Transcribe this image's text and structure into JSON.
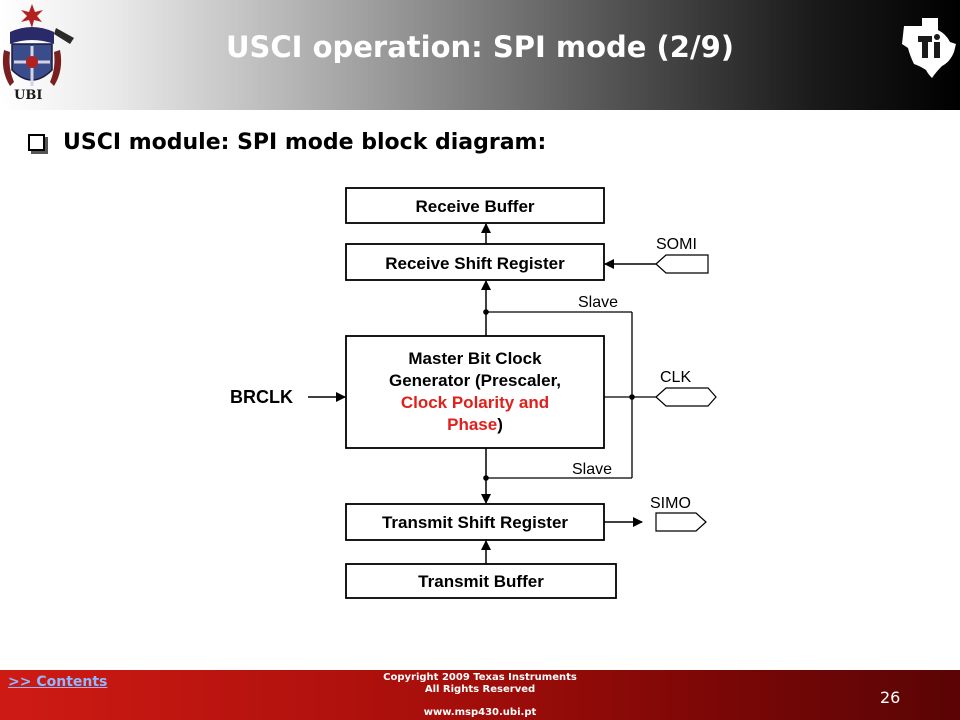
{
  "header": {
    "title": "USCI operation: SPI mode (2/9)",
    "logo_label": "UBI"
  },
  "bullet": {
    "text": "USCI module: SPI mode block diagram:"
  },
  "diagram": {
    "blocks": {
      "receive_buffer": "Receive Buffer",
      "receive_shift_register": "Receive Shift Register",
      "master_clock_line1": "Master Bit Clock",
      "master_clock_line2": "Generator (Prescaler,",
      "master_clock_line3": "Clock Polarity and",
      "master_clock_line4": "Phase",
      "master_clock_line4_suffix": ")",
      "transmit_shift_register": "Transmit Shift Register",
      "transmit_buffer": "Transmit Buffer"
    },
    "signals": {
      "somi": "SOMI",
      "clk": "CLK",
      "simo": "SIMO",
      "brclk": "BRCLK",
      "slave_top": "Slave",
      "slave_bottom": "Slave"
    },
    "colors": {
      "highlight": "#e0201b",
      "line": "#000000"
    }
  },
  "footer": {
    "contents_link": ">> Contents",
    "copyright_line1": "Copyright  2009 Texas Instruments",
    "copyright_line2": "All Rights Reserved",
    "website": "www.msp430.ubi.pt",
    "page_number": "26"
  }
}
